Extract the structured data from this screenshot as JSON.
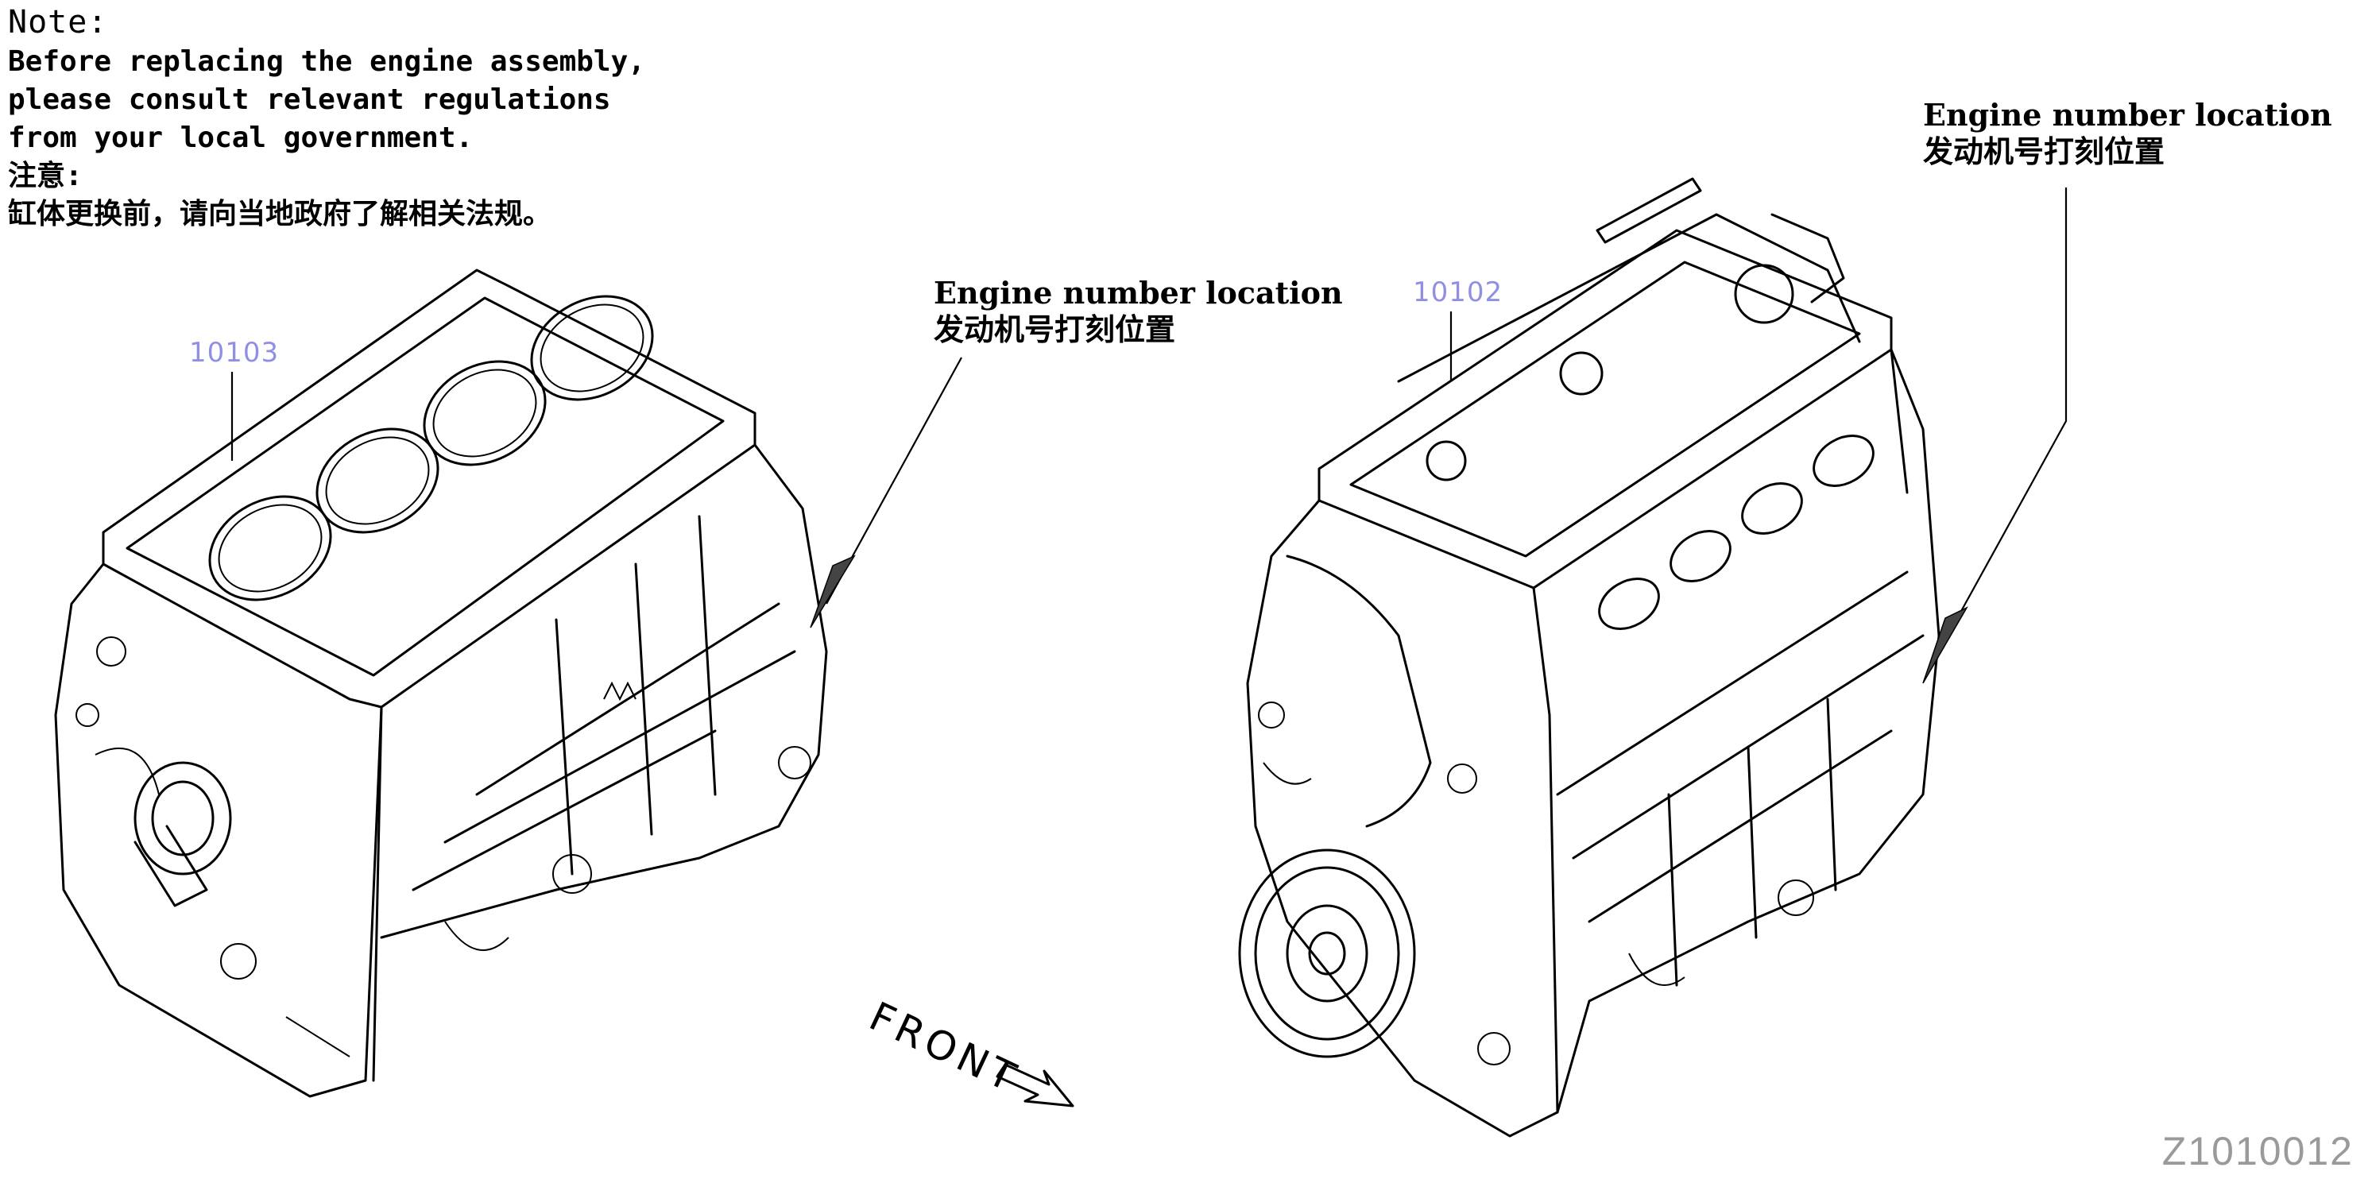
{
  "note": {
    "heading": "Note:",
    "lines": [
      "Before replacing the engine assembly,",
      "please consult relevant regulations",
      "from your local government."
    ],
    "cn_heading": "注意:",
    "cn_text": "缸体更换前，请向当地政府了解相关法规。"
  },
  "callouts": [
    {
      "en": "Engine number location",
      "cn": "发动机号打刻位置"
    },
    {
      "en": "Engine number location",
      "cn": "发动机号打刻位置"
    }
  ],
  "parts": [
    {
      "number": "10103"
    },
    {
      "number": "10102"
    }
  ],
  "front_label": "FRONT",
  "figure_id": "Z1010012",
  "colors": {
    "line": "#000000",
    "part_number": "#8f8fe6",
    "figure_id": "#9a9a9a"
  }
}
